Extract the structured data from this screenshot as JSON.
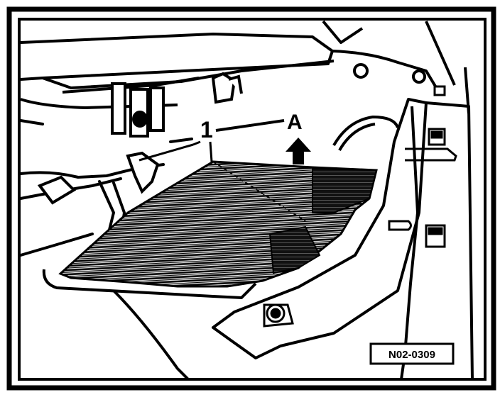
{
  "callouts": {
    "part_number": "1",
    "direction_letter": "A"
  },
  "figure_code": "N02-0309"
}
